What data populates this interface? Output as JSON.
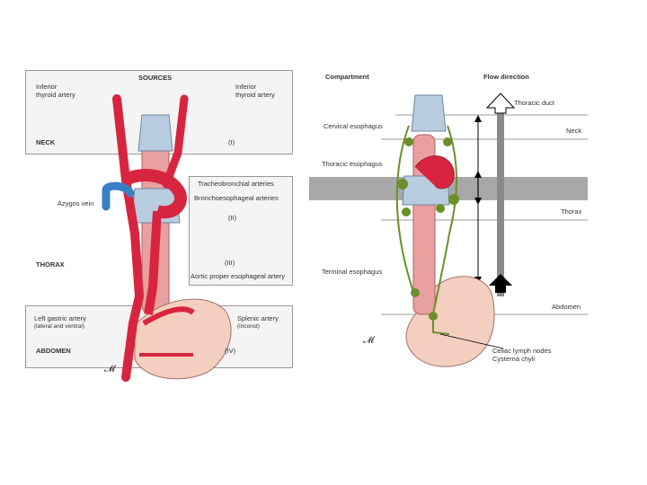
{
  "left_panel": {
    "header_sources": "SOURCES",
    "inferior_thyroid_left": [
      "Inferior",
      "thyroid artery"
    ],
    "inferior_thyroid_right": [
      "Inferior",
      "thyroid artery"
    ],
    "neck": "NECK",
    "neck_roman": "(I)",
    "tracheobronchial": "Tracheobronchial arteries",
    "bronchoesophageal": "Bronchoesophageal arteries",
    "bronch_roman": "(II)",
    "azygos": "Azygos vein",
    "thorax": "THORAX",
    "thorax_roman": "(III)",
    "aortic": "Aortic proper esophageal artery",
    "left_gastric": [
      "Left gastric artery",
      "(lateral and ventral)"
    ],
    "splenic": [
      "Splenic artery",
      "(inconst)"
    ],
    "abdomen": "ABDOMEN",
    "abdomen_roman": "(IV)"
  },
  "right_panel": {
    "compartment": "Compartment",
    "flow_direction": "Flow direction",
    "thoracic_duct": "Thoracic duct",
    "cervical": "Cervical esophagus",
    "neck": "Neck",
    "thoracic_esophagus": "Thoracic esophagus",
    "thorax": "Thorax",
    "terminal": "Terminal esophagus",
    "abdomen": "Abdomen",
    "celiac": "Celiac lymph nodes",
    "cysterna": "Cysterna chyli"
  },
  "colors": {
    "artery": "#d8253f",
    "vein": "#3a7fc4",
    "stomach": "#f4cfc0",
    "lymph": "#6b8f2a",
    "band": "#a8a8a8",
    "trachea": "#b9cde0"
  }
}
